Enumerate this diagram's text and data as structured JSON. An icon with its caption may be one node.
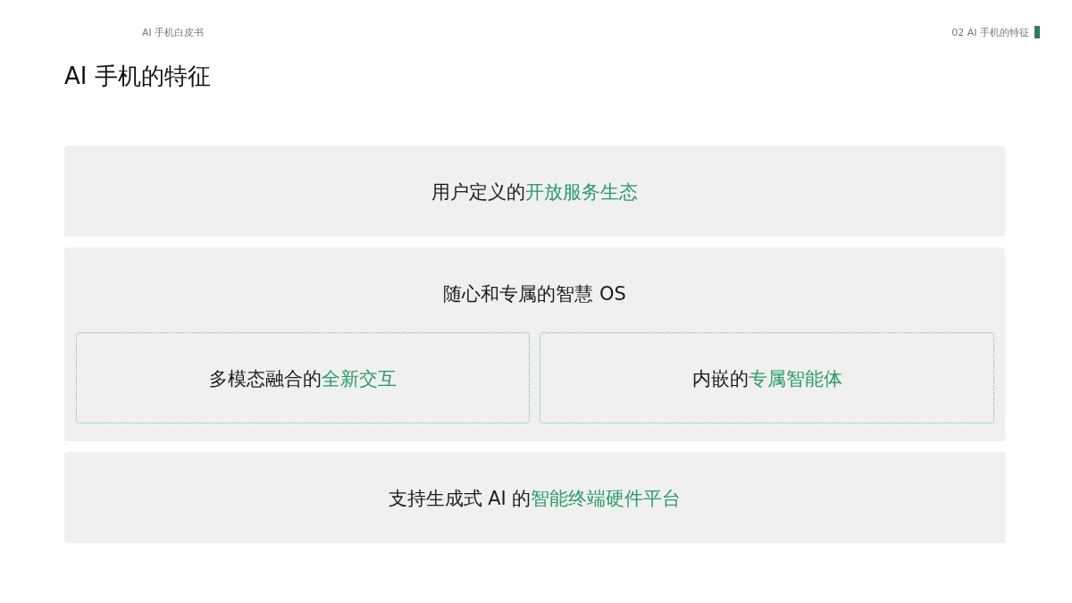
{
  "diagram": {
    "title": "AI 手机的特征",
    "nodes": [
      {
        "text": [
          "用户定义的**开放服务生态**"
        ]
      },
      {
        "text": [
          "随心和专属的智慧 OS"
        ]
      },
      {
        "text": [
          "多模态融合的**全新交互**"
        ],
        "in": 1
      },
      {
        "text": [
          "内嵌的**专属智能体**"
        ],
        "in": 1
      },
      {
        "text": [
          "支持生成式 AI 的**智能终端硬件平台**"
        ]
      }
    ],
    "edges": [],
    "labels": [
      "AI 手机白皮书",
      "02 AI 手机的特征"
    ]
  }
}
